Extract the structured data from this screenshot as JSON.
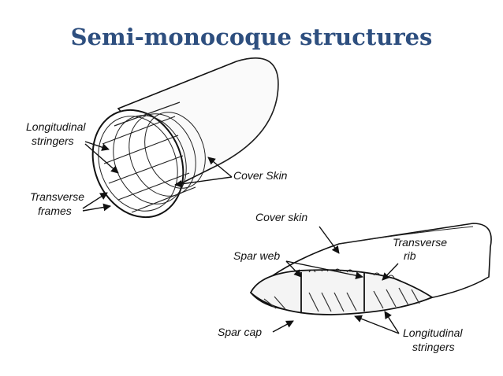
{
  "title": "Semi-monocoque structures",
  "fuselage": {
    "labels": {
      "longitudinal_1": "Longitudinal",
      "longitudinal_2": "stringers",
      "transverse_1": "Transverse",
      "transverse_2": "frames",
      "cover_skin": "Cover Skin"
    }
  },
  "wing": {
    "labels": {
      "cover_skin": "Cover skin",
      "transverse_1": "Transverse",
      "transverse_2": "rib",
      "spar_web": "Spar web",
      "spar_cap": "Spar cap",
      "longitudinal_1": "Longitudinal",
      "longitudinal_2": "stringers"
    }
  }
}
